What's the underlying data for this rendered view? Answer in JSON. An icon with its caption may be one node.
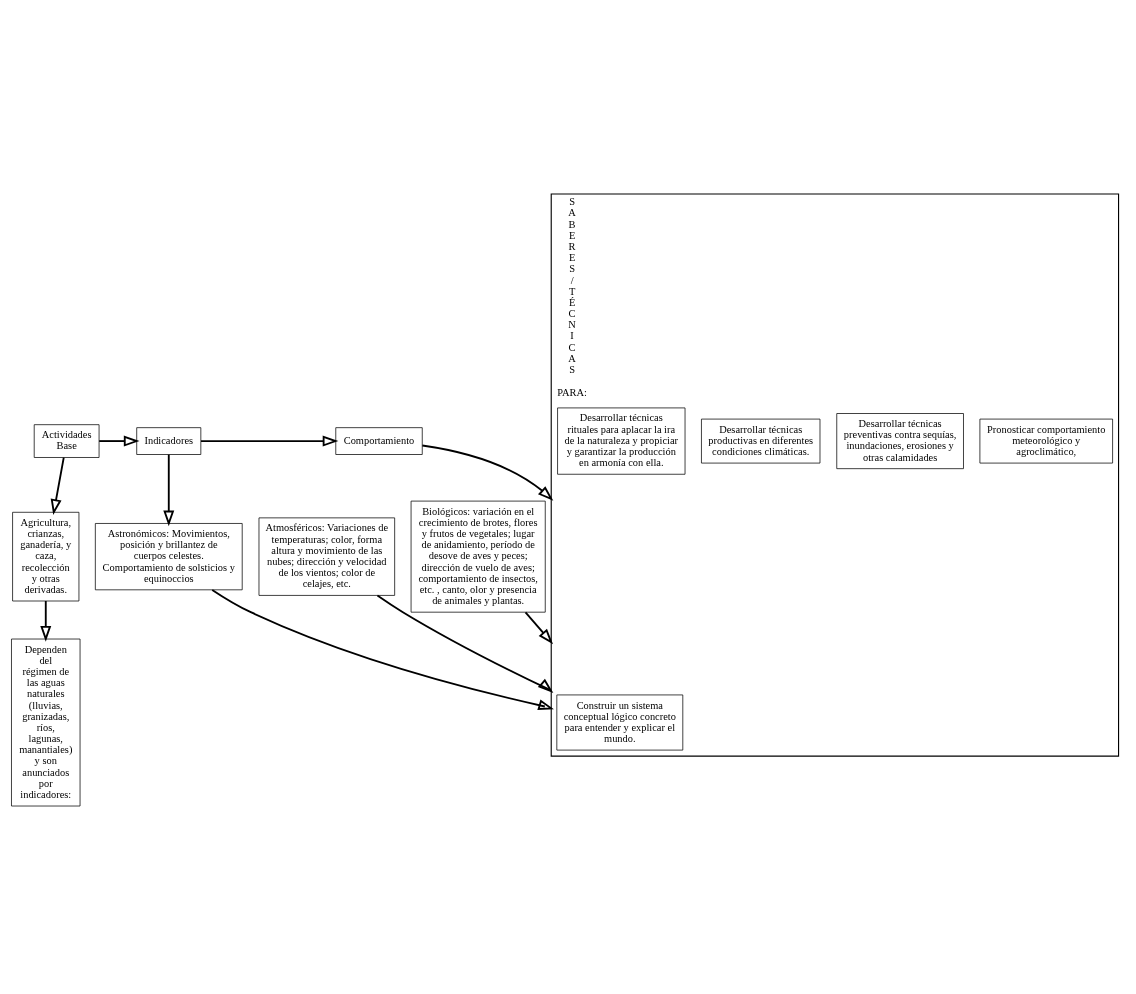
{
  "diagram": {
    "nodes": [
      {
        "text": [
          "Actividades Base"
        ]
      },
      {
        "text": [
          "Indicadores"
        ]
      },
      {
        "text": [
          "Comportamiento"
        ]
      },
      {
        "text": [
          "Agricultura, crianzas, ganadería, y caza, recolección y otras derivadas."
        ]
      },
      {
        "text": [
          "Dependen del régimen de las aguas naturales (lluvias, granizadas, ríos, lagunas, manantiales) y son anunciados por indicadores:"
        ]
      },
      {
        "text": [
          "Astronómicos: Movimientos, posición y brillantez de cuerpos celestes. Comportamiento de solsticios y equinoccios"
        ]
      },
      {
        "text": [
          "Atmosféricos: Variaciones de temperaturas; color, forma altura y movimiento de las nubes; dirección y velocidad de los vientos; color de celajes, etc."
        ]
      },
      {
        "text": [
          "Biológicos: variación en el crecimiento de brotes, flores y frutos de vegetales; lugar de anidamiento, período de desove de aves y peces; dirección de vuelo de aves; comportamiento de insectos, etc. , canto, olor y presencia de animales y plantas."
        ]
      },
      {
        "text": [
          "S A B E R E S / T É C N I C A S",
          "PARA:"
        ]
      },
      {
        "text": [
          "Construir un sistema conceptual lógico concreto para entender y explicar el mundo."
        ],
        "in": 8
      },
      {
        "text": [
          "Pronosticar comportamiento meteorológico y agroclimático,"
        ],
        "in": 8
      },
      {
        "text": [
          "Desarrollar técnicas preventivas contra sequías, inundaciones, erosiones y otras calamidades"
        ],
        "in": 8
      },
      {
        "text": [
          "Desarrollar técnicas productivas en diferentes condiciones climáticas."
        ],
        "in": 8
      },
      {
        "text": [
          "Desarrollar técnicas rituales para aplacar la ira de la naturaleza y propiciar y garantizar la producción en armonía con ella."
        ],
        "in": 8
      }
    ],
    "edges": [
      {
        "from": 0,
        "to": 1,
        "arrow": "to"
      },
      {
        "from": 1,
        "to": 2,
        "arrow": "to"
      },
      {
        "from": 0,
        "to": 3,
        "arrow": "to"
      },
      {
        "from": 1,
        "to": 5,
        "arrow": "to"
      },
      {
        "from": 2,
        "to": 8,
        "arrow": "to"
      },
      {
        "from": 3,
        "to": 4,
        "arrow": "to"
      },
      {
        "from": 5,
        "to": 8,
        "arrow": "to"
      },
      {
        "from": 6,
        "to": 8,
        "arrow": "to"
      },
      {
        "from": 7,
        "to": 8,
        "arrow": "to"
      }
    ]
  }
}
